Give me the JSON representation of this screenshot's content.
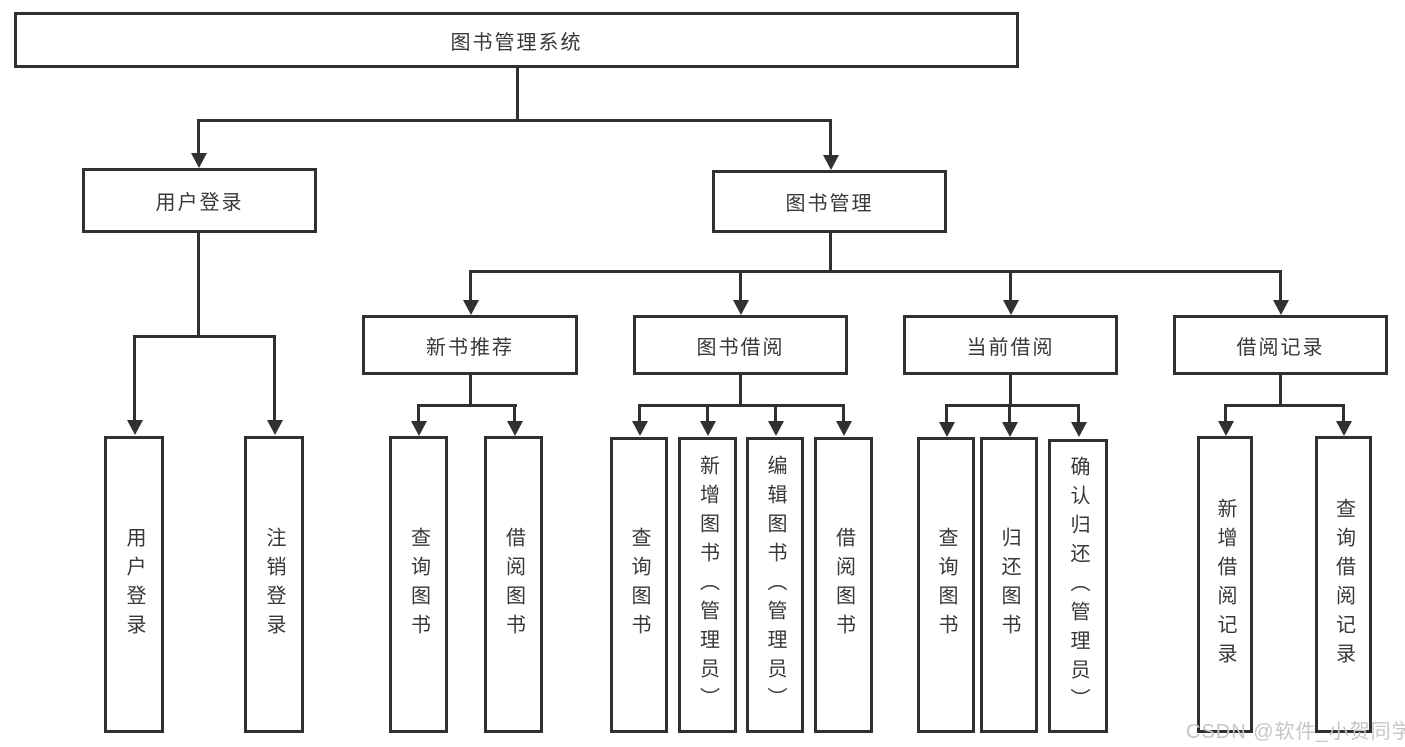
{
  "colors": {
    "line": "#303030",
    "box_border": "#303030",
    "text": "#383838",
    "watermark": "#c6c6c6",
    "background": "#ffffff"
  },
  "diagram": {
    "root_label": "图书管理系统",
    "level2": [
      {
        "label": "用户登录",
        "children": [
          "用户登录",
          "注销登录"
        ]
      },
      {
        "label": "图书管理",
        "groups": [
          {
            "label": "新书推荐",
            "children": [
              "查询图书",
              "借阅图书"
            ]
          },
          {
            "label": "图书借阅",
            "children": [
              "查询图书",
              "新增图书（管理员）",
              "编辑图书（管理员）",
              "借阅图书"
            ]
          },
          {
            "label": "当前借阅",
            "children": [
              "查询图书",
              "归还图书",
              "确认归还（管理员）"
            ]
          },
          {
            "label": "借阅记录",
            "children": [
              "新增借阅记录",
              "查询借阅记录"
            ]
          }
        ]
      }
    ]
  },
  "watermark": {
    "text": "CSDN @软件_小贺同学"
  }
}
